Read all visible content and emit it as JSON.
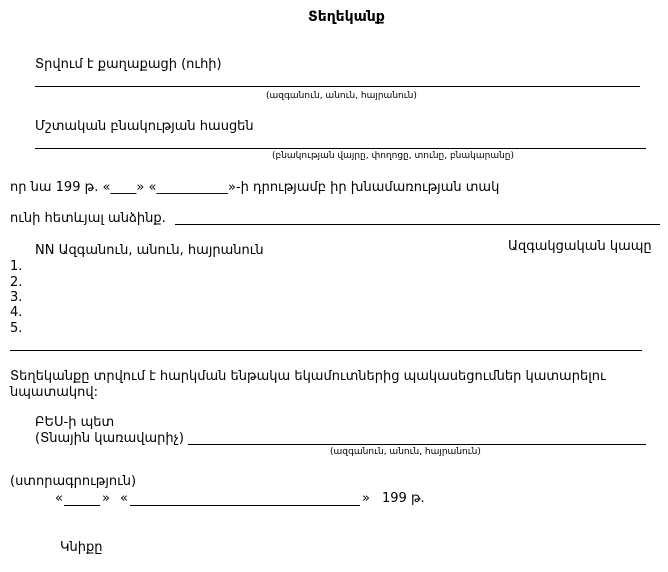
{
  "document": {
    "title": "Տեղեկանք",
    "issued_to_label": "Տրվում է քաղաքացի (ուհի)",
    "issued_to_hint": "(ազգանուն, անուն, հայրանուն)",
    "residence_label": "Մշտական բնակության հասցեն",
    "residence_hint": "(բնակության վայրը, փողոցը, տունը, բնակարանը)",
    "date_line": "որ նա 199 թ. «____»  «___________»-ի դրությամբ իր խնամառության տակ",
    "family_line": "ունի հետևյալ անձինք.",
    "members_header_name": "NN Ազգանուն, անուն, հայրանուն",
    "members_header_relation": "Ազգակցական կապը",
    "members": [
      "1.",
      "2.",
      "3.",
      "4.",
      "5."
    ],
    "purpose_line1": "Տեղեկանքը տրվում է հարկման ենթակա եկամուտներից պակասեցումներ կատարելու",
    "purpose_line2": "նպատակով:",
    "head_label": "ԲԵՍ-ի պետ",
    "head_sublabel": "(Տնային կառավարիչ)",
    "head_hint": "(ազգանուն, անուն, հայրանուն)",
    "signature_label": "(ստորագրություն)",
    "sign_date_open1": "«",
    "sign_date_close1": "»",
    "sign_date_open2": "«",
    "sign_date_close2": "»",
    "sign_date_year": "199 թ.",
    "seal_label": "Կնիքը"
  }
}
